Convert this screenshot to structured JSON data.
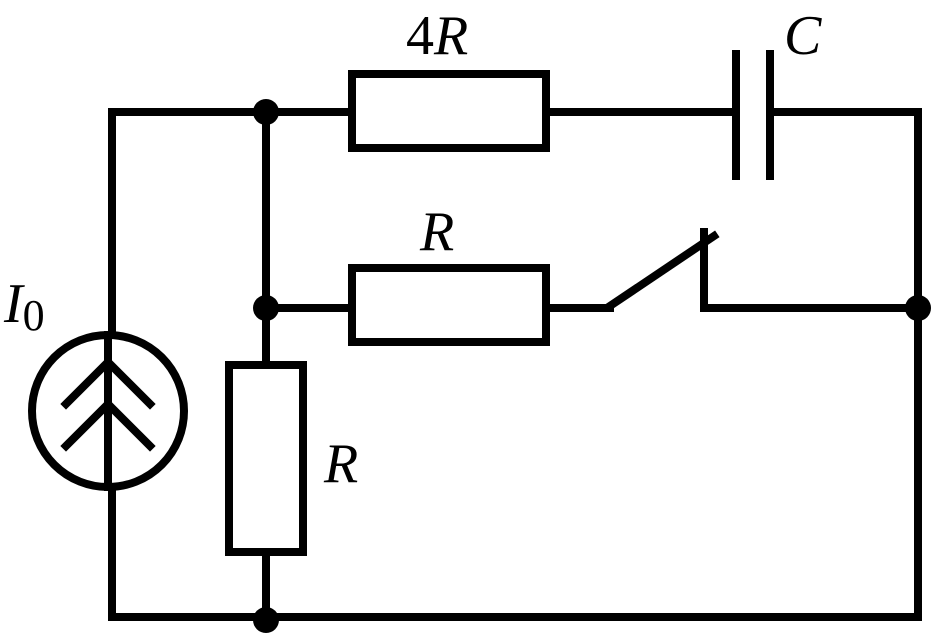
{
  "components": {
    "resistor_top": {
      "value": "4",
      "symbol": "R"
    },
    "capacitor": {
      "symbol": "C"
    },
    "resistor_middle": {
      "symbol": "R"
    },
    "resistor_vertical": {
      "symbol": "R"
    },
    "current_source": {
      "symbol": "I",
      "subscript": "0"
    }
  },
  "switch": {
    "state": "open"
  }
}
